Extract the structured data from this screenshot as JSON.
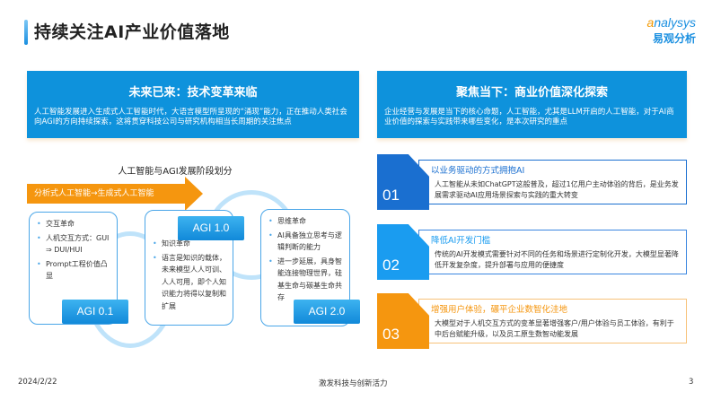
{
  "header": {
    "title": "持续关注AI产业价值落地",
    "logo_en_a": "a",
    "logo_en_rest": "nalysys",
    "logo_cn": "易观分析"
  },
  "left_panel": {
    "heading": "未来已来：技术变革来临",
    "text": "人工智能发展进入生成式人工智能时代，大语言模型所呈现的“涌现”能力，正在推动人类社会向AGI的方向持续探索，这将贯穿科技公司与研究机构相当长周期的关注焦点"
  },
  "diagram": {
    "title": "人工智能与AGI发展阶段划分",
    "arrow_label": "分析式人工智能→生成式人工智能",
    "stages": [
      {
        "label": "AGI 0.1",
        "bullets": [
          "交互革命",
          "人机交互方式：GUI ⇒ DUI/HUI",
          "Prompt工程价值凸显"
        ]
      },
      {
        "label": "AGI 1.0",
        "bullets": [
          "知识革命",
          "语言是知识的载体，未来模型人人可训、人人可用，即个人知识能力将得以复制和扩展"
        ]
      },
      {
        "label": "AGI 2.0",
        "bullets": [
          "思维革命",
          "AI具备独立思考与逻辑判断的能力",
          "进一步延展，具身智能连接物理世界，硅基生命与碳基生命共存"
        ]
      }
    ]
  },
  "right_panel": {
    "heading": "聚焦当下：商业价值深化探索",
    "text": "企业经营与发展是当下的核心命题，人工智能，尤其是LLM开启的人工智能，对于AI商业价值的探索与实践带来哪些变化，是本次研究的重点"
  },
  "cards": [
    {
      "num": "01",
      "title": "以业务驱动的方式拥抱AI",
      "text": "人工智能从未如ChatGPT这般普及，超过1亿用户主动体验的背后，是业务发展需求驱动AI应用场景探索与实践的重大转变",
      "color": "#1a6fd0"
    },
    {
      "num": "02",
      "title": "降低AI开发门槛",
      "text": "传统的AI开发模式需要针对不同的任务和场景进行定制化开发，大模型显著降低开发复杂度，提升部署与应用的便捷度",
      "color": "#1a9cf0"
    },
    {
      "num": "03",
      "title": "增强用户体验，碾平企业数智化洼地",
      "text": "大模型对于人机交互方式的变革显著增强客户/用户体验与员工体验，有利于中后台赋能升级，以及员工原生数智动能发展",
      "color": "#f5960f"
    }
  ],
  "footer": {
    "date": "2024/2/22",
    "slogan": "激发科技与创新活力",
    "page": "3"
  }
}
